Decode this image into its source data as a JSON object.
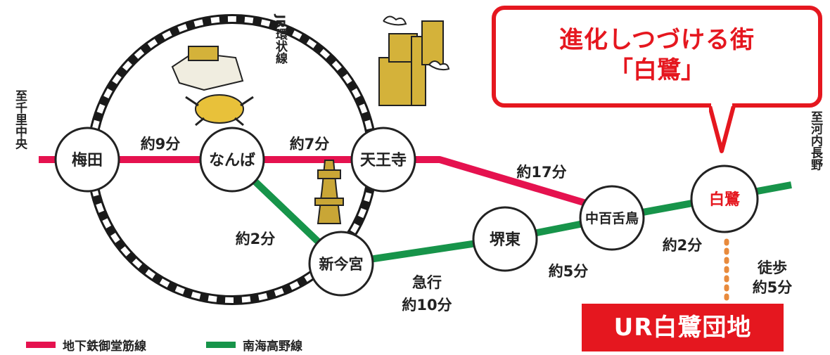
{
  "colors": {
    "midosuji_line": "#e5124f",
    "koya_line": "#17944a",
    "accent_red": "#e5171f",
    "walk_dots": "#e88a3c"
  },
  "jr_loop": {
    "label": "JR環状線"
  },
  "directions": {
    "left": "至千里中央",
    "right": "至河内長野"
  },
  "stations": {
    "umeda": "梅田",
    "namba": "なんば",
    "tennoji": "天王寺",
    "shinimamiya": "新今宮",
    "sakaihigashi": "堺東",
    "nakamozu": "中百舌鳥",
    "shirasagi": "白鷺"
  },
  "times": {
    "umeda_namba": "約9分",
    "namba_tennoji": "約7分",
    "tennoji_nakamozu": "約17分",
    "namba_shinimamiya": "約2分",
    "express_label": "急行",
    "shinimamiya_sakaihigashi": "約10分",
    "sakaihigashi_nakamozu": "約5分",
    "nakamozu_shirasagi": "約2分",
    "walk_label": "徒歩",
    "walk_time": "約5分"
  },
  "callout": {
    "line1": "進化しつづける街",
    "line2": "「白鷺」"
  },
  "destination": {
    "label": "UR白鷺団地"
  },
  "legend": [
    {
      "label": "地下鉄御堂筋線",
      "color": "#e5124f"
    },
    {
      "label": "南海高野線",
      "color": "#17944a"
    }
  ],
  "landmarks": {
    "dotonbori": "dotonbori-sign-crab-illustration",
    "tsutenkaku": "tsutenkaku-tower-illustration",
    "abeno_harukas": "abeno-harukas-building-illustration"
  }
}
